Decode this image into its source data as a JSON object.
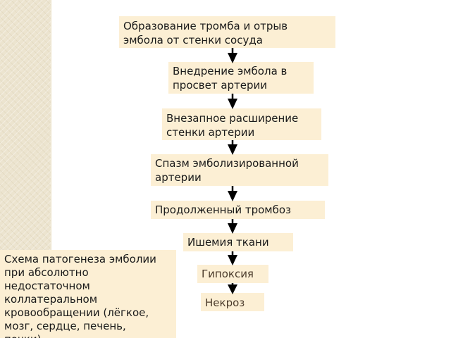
{
  "diagram": {
    "steps": [
      "Образование тромба и отрыв\nэмбола от стенки сосуда",
      "Внедрение эмбола в\nпросвет артерии",
      "Внезапное расширение\nстенки артерии",
      "Спазм эмболизированной\nартерии",
      "Продолженный тромбоз",
      "Ишемия ткани",
      "Гипоксия",
      "Некроз"
    ],
    "caption": "Схема патогенеза эмболии\nпри абсолютно\nнедостаточном\nколлатеральном\nкровообращении (лёгкое,\nмозг, сердце, печень,\nпочки)"
  },
  "colors": {
    "box_fill": "#fcefd4",
    "arrow": "#000000",
    "side_band": "#ece4cf"
  }
}
